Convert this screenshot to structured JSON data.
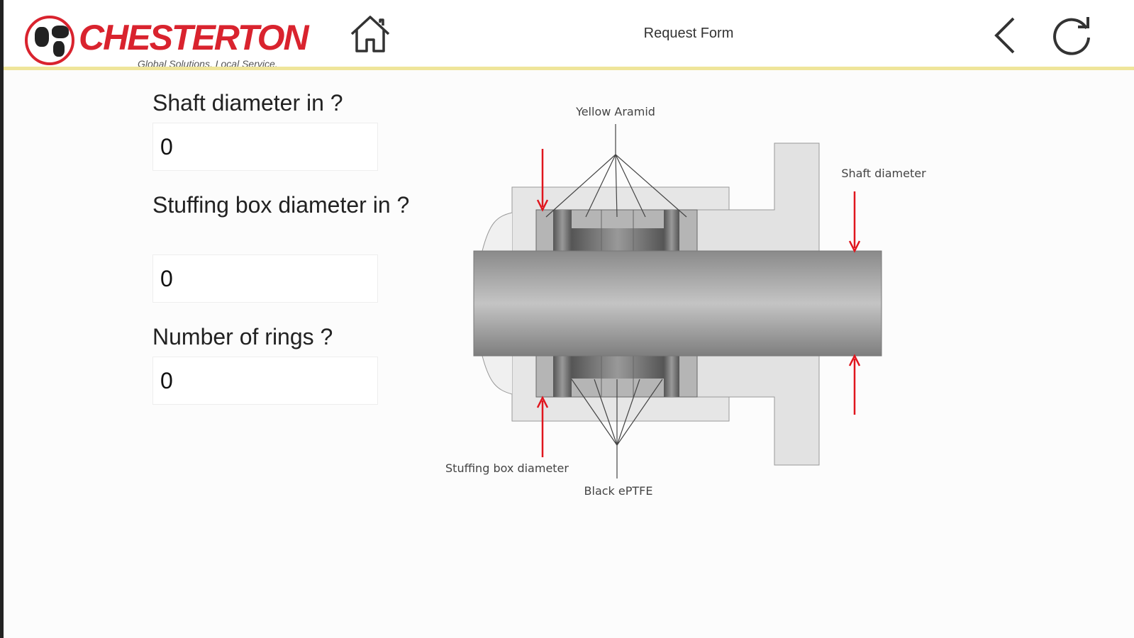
{
  "header": {
    "brand": "CHESTERTON",
    "tagline": "Global Solutions, Local Service.",
    "title": "Request Form",
    "home_icon": "home-icon",
    "back_icon": "chevron-left-icon",
    "refresh_icon": "refresh-icon"
  },
  "form": {
    "shaft_label": "Shaft diameter in ?",
    "shaft_value": "0",
    "box_label": "Stuffing box diameter in ?",
    "box_value": "0",
    "rings_label": "Number of rings ?",
    "rings_value": "0"
  },
  "diagram": {
    "top_label": "Yellow Aramid",
    "bottom_label": "Black ePTFE",
    "shaft_label": "Shaft diameter",
    "box_label": "Stuffing box diameter"
  },
  "colors": {
    "brand": "#d9232e",
    "accent_line": "#efe59a",
    "arrow": "#e0161e"
  }
}
